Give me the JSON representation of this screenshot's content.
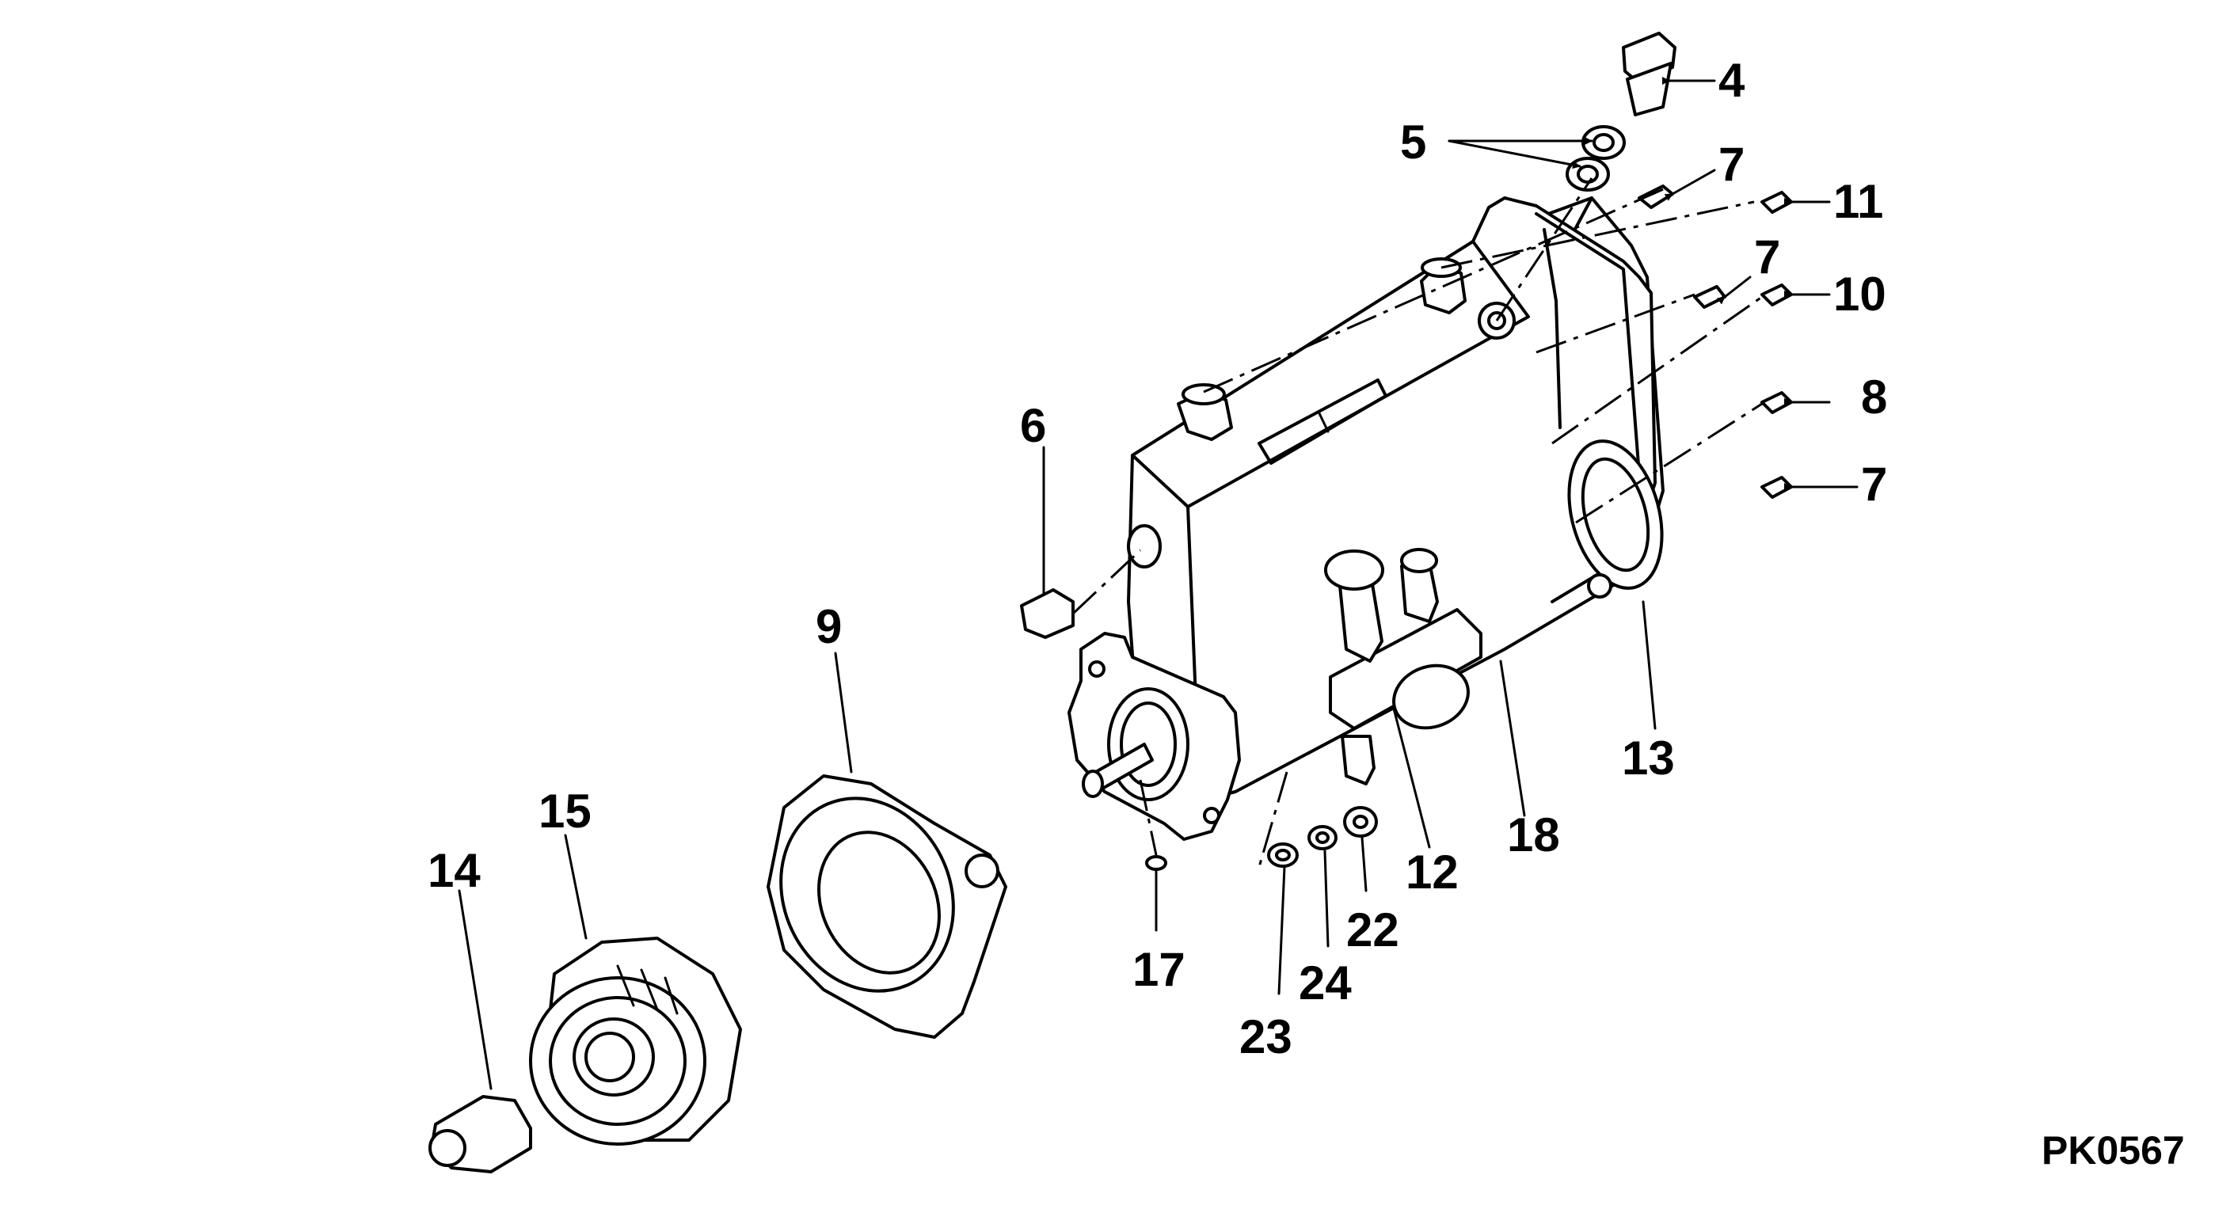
{
  "drawing_code": "PK0567",
  "callouts": [
    "4",
    "5",
    "7",
    "11",
    "7",
    "10",
    "8",
    "7",
    "6",
    "9",
    "13",
    "18",
    "12",
    "22",
    "24",
    "23",
    "17",
    "15",
    "14"
  ]
}
